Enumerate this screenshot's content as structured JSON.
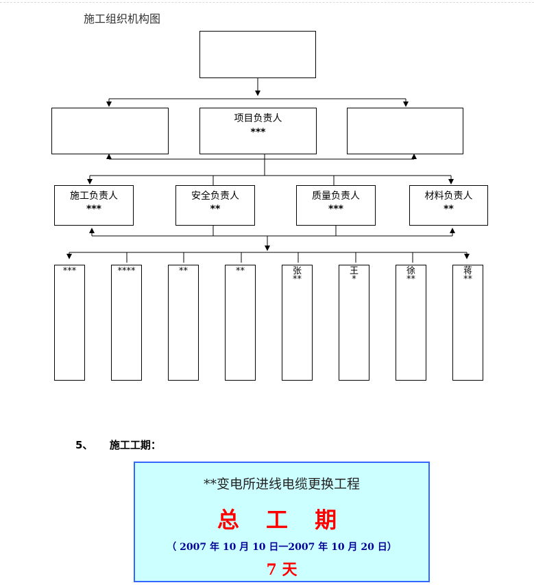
{
  "doc_title": "施工组织机构图",
  "org": {
    "top_box": "",
    "level1": [
      {
        "title": "",
        "name": ""
      },
      {
        "title": "项目负责人",
        "name": "***"
      },
      {
        "title": "",
        "name": ""
      }
    ],
    "level2": [
      {
        "title": "施工负责人",
        "name": "***"
      },
      {
        "title": "安全负责人",
        "name": "**"
      },
      {
        "title": "质量负责人",
        "name": "***"
      },
      {
        "title": "材料负责人",
        "name": "**"
      }
    ],
    "level3": [
      {
        "text": "***"
      },
      {
        "text": "****"
      },
      {
        "text": "**"
      },
      {
        "text": "**"
      },
      {
        "text": "张\n**"
      },
      {
        "text": "王\n*"
      },
      {
        "text": "徐\n**"
      },
      {
        "text": "蒋\n**"
      }
    ]
  },
  "section": {
    "number": "5、",
    "title": "施工工期："
  },
  "banner": {
    "project": "**变电所进线电缆更换工程",
    "label": "总 工 期",
    "dates": "（ 2007 年 10 月 10 日一2007 年 10 月 20 日）",
    "days": "7 天"
  }
}
